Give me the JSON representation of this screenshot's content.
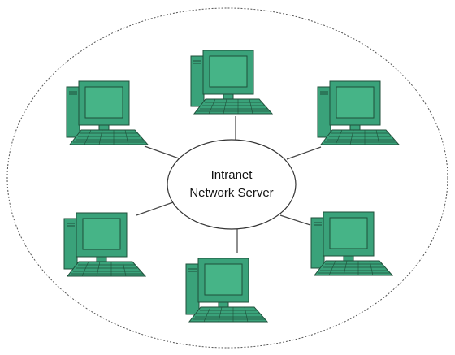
{
  "server": {
    "label_line1": "Intranet",
    "label_line2": "Network Server"
  },
  "computers": [
    {
      "name": "computer-top"
    },
    {
      "name": "computer-top-left"
    },
    {
      "name": "computer-top-right"
    },
    {
      "name": "computer-bottom-left"
    },
    {
      "name": "computer-bottom"
    },
    {
      "name": "computer-bottom-right"
    }
  ],
  "colors": {
    "computer_fill": "#3aa27a",
    "computer_stroke": "#1f4f3a",
    "screen_fill": "#46b487",
    "line": "#333333",
    "background": "#ffffff"
  },
  "icons": [
    "desktop-computer-icon"
  ]
}
